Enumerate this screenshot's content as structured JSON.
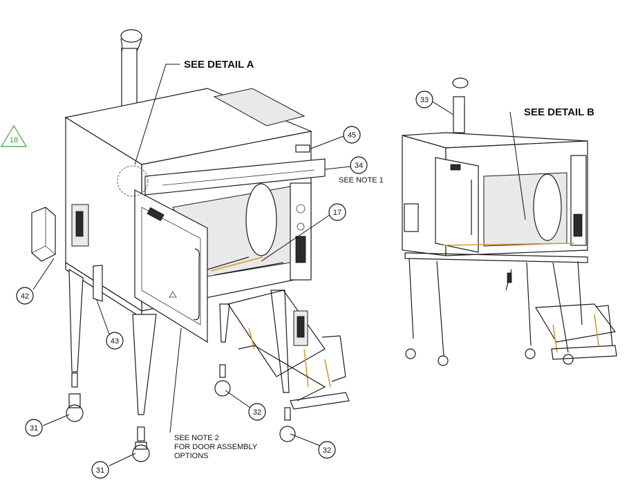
{
  "revision_marker": {
    "label": "18",
    "color": "#3f9a3f"
  },
  "detail_callouts": {
    "a": "SEE DETAIL A",
    "b": "SEE DETAIL B"
  },
  "notes": {
    "note1": "SEE NOTE 1",
    "note2_lines": [
      "SEE NOTE 2",
      "FOR DOOR ASSEMBLY",
      "OPTIONS"
    ]
  },
  "part_bubbles": {
    "b45": "45",
    "b34": "34",
    "b17": "17",
    "b42": "42",
    "b43": "43",
    "b32a": "32",
    "b32b": "32",
    "b31a": "31",
    "b31b": "31",
    "b33": "33"
  },
  "colors": {
    "accent_amber": "#d59a2a",
    "line": "#1a1a1a"
  }
}
